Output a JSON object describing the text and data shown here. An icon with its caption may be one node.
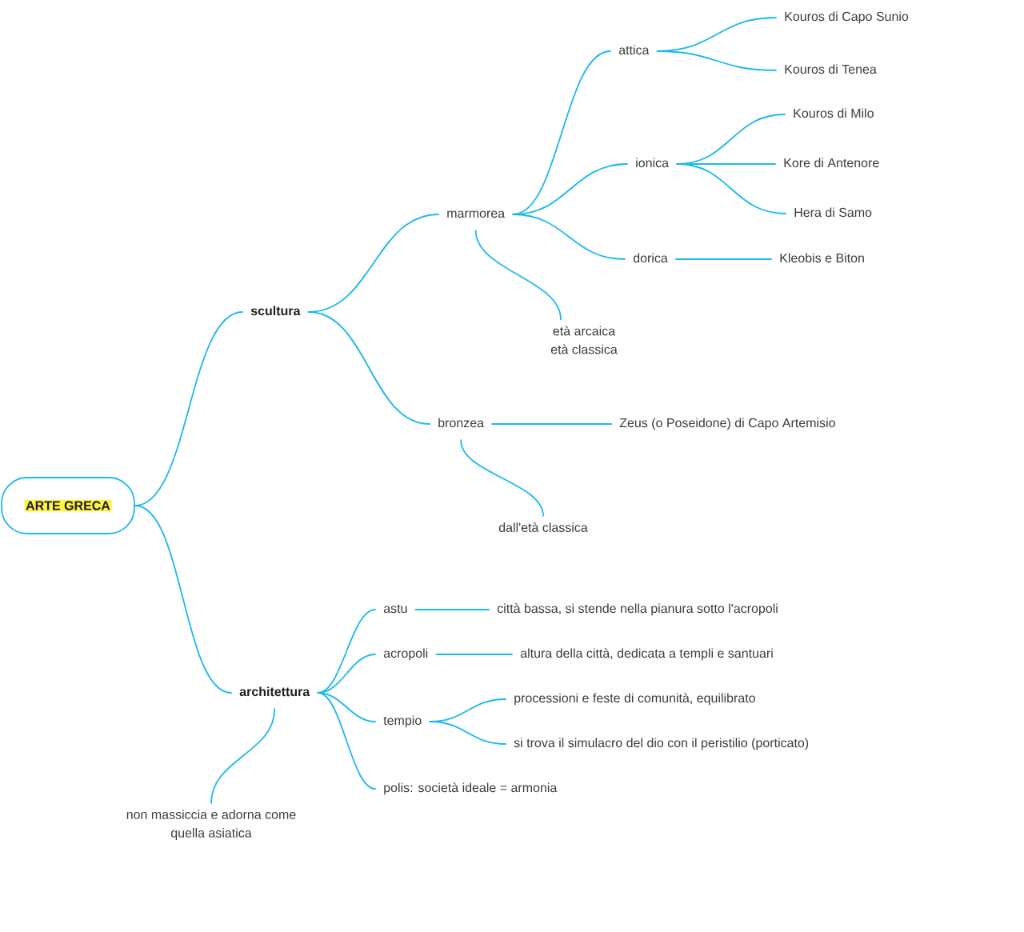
{
  "diagram": {
    "nodes": [
      {
        "text": [
          "ARTE GRECA"
        ]
      },
      {
        "text": [
          "scultura"
        ]
      },
      {
        "text": [
          "marmorea"
        ]
      },
      {
        "text": [
          "attica"
        ]
      },
      {
        "text": [
          "Kouros di Capo Sunio"
        ]
      },
      {
        "text": [
          "Kouros di Tenea"
        ]
      },
      {
        "text": [
          "ionica"
        ]
      },
      {
        "text": [
          "Kouros di Milo"
        ]
      },
      {
        "text": [
          "Kore di Antenore"
        ]
      },
      {
        "text": [
          "Hera di Samo"
        ]
      },
      {
        "text": [
          "dorica"
        ]
      },
      {
        "text": [
          "Kleobis e Biton"
        ]
      },
      {
        "text": [
          "età arcaica età classica"
        ]
      },
      {
        "text": [
          "bronzea"
        ]
      },
      {
        "text": [
          "Zeus (o Poseidone) di Capo Artemisio"
        ]
      },
      {
        "text": [
          "dall'età classica"
        ]
      },
      {
        "text": [
          "architettura"
        ]
      },
      {
        "text": [
          "astu"
        ]
      },
      {
        "text": [
          "città bassa, si stende nella pianura sotto l'acropoli"
        ]
      },
      {
        "text": [
          "acropoli"
        ]
      },
      {
        "text": [
          "altura della città, dedicata a templi e santuari"
        ]
      },
      {
        "text": [
          "tempio"
        ]
      },
      {
        "text": [
          "processioni e feste di comunità, equilibrato"
        ]
      },
      {
        "text": [
          "si trova il simulacro del dio con il peristilio (porticato)"
        ]
      },
      {
        "text": [
          "polis: società ideale = armonia"
        ]
      },
      {
        "text": [
          "non massiccia e adorna come quella asiatica"
        ]
      }
    ],
    "edges": [
      {
        "from": 0,
        "to": 1,
        "arrow": "none"
      },
      {
        "from": 0,
        "to": 16,
        "arrow": "none"
      },
      {
        "from": 1,
        "to": 2,
        "arrow": "none"
      },
      {
        "from": 1,
        "to": 13,
        "arrow": "none"
      },
      {
        "from": 2,
        "to": 3,
        "arrow": "none"
      },
      {
        "from": 2,
        "to": 6,
        "arrow": "none"
      },
      {
        "from": 2,
        "to": 10,
        "arrow": "none"
      },
      {
        "from": 2,
        "to": 12,
        "arrow": "none"
      },
      {
        "from": 3,
        "to": 4,
        "arrow": "none"
      },
      {
        "from": 3,
        "to": 5,
        "arrow": "none"
      },
      {
        "from": 6,
        "to": 7,
        "arrow": "none"
      },
      {
        "from": 6,
        "to": 8,
        "arrow": "none"
      },
      {
        "from": 6,
        "to": 9,
        "arrow": "none"
      },
      {
        "from": 10,
        "to": 11,
        "arrow": "none"
      },
      {
        "from": 13,
        "to": 14,
        "arrow": "none"
      },
      {
        "from": 13,
        "to": 15,
        "arrow": "none"
      },
      {
        "from": 16,
        "to": 17,
        "arrow": "none"
      },
      {
        "from": 16,
        "to": 19,
        "arrow": "none"
      },
      {
        "from": 16,
        "to": 21,
        "arrow": "none"
      },
      {
        "from": 16,
        "to": 24,
        "arrow": "none"
      },
      {
        "from": 16,
        "to": 25,
        "arrow": "none"
      },
      {
        "from": 17,
        "to": 18,
        "arrow": "none"
      },
      {
        "from": 19,
        "to": 20,
        "arrow": "none"
      },
      {
        "from": 21,
        "to": 22,
        "arrow": "none"
      },
      {
        "from": 21,
        "to": 23,
        "arrow": "none"
      }
    ]
  }
}
